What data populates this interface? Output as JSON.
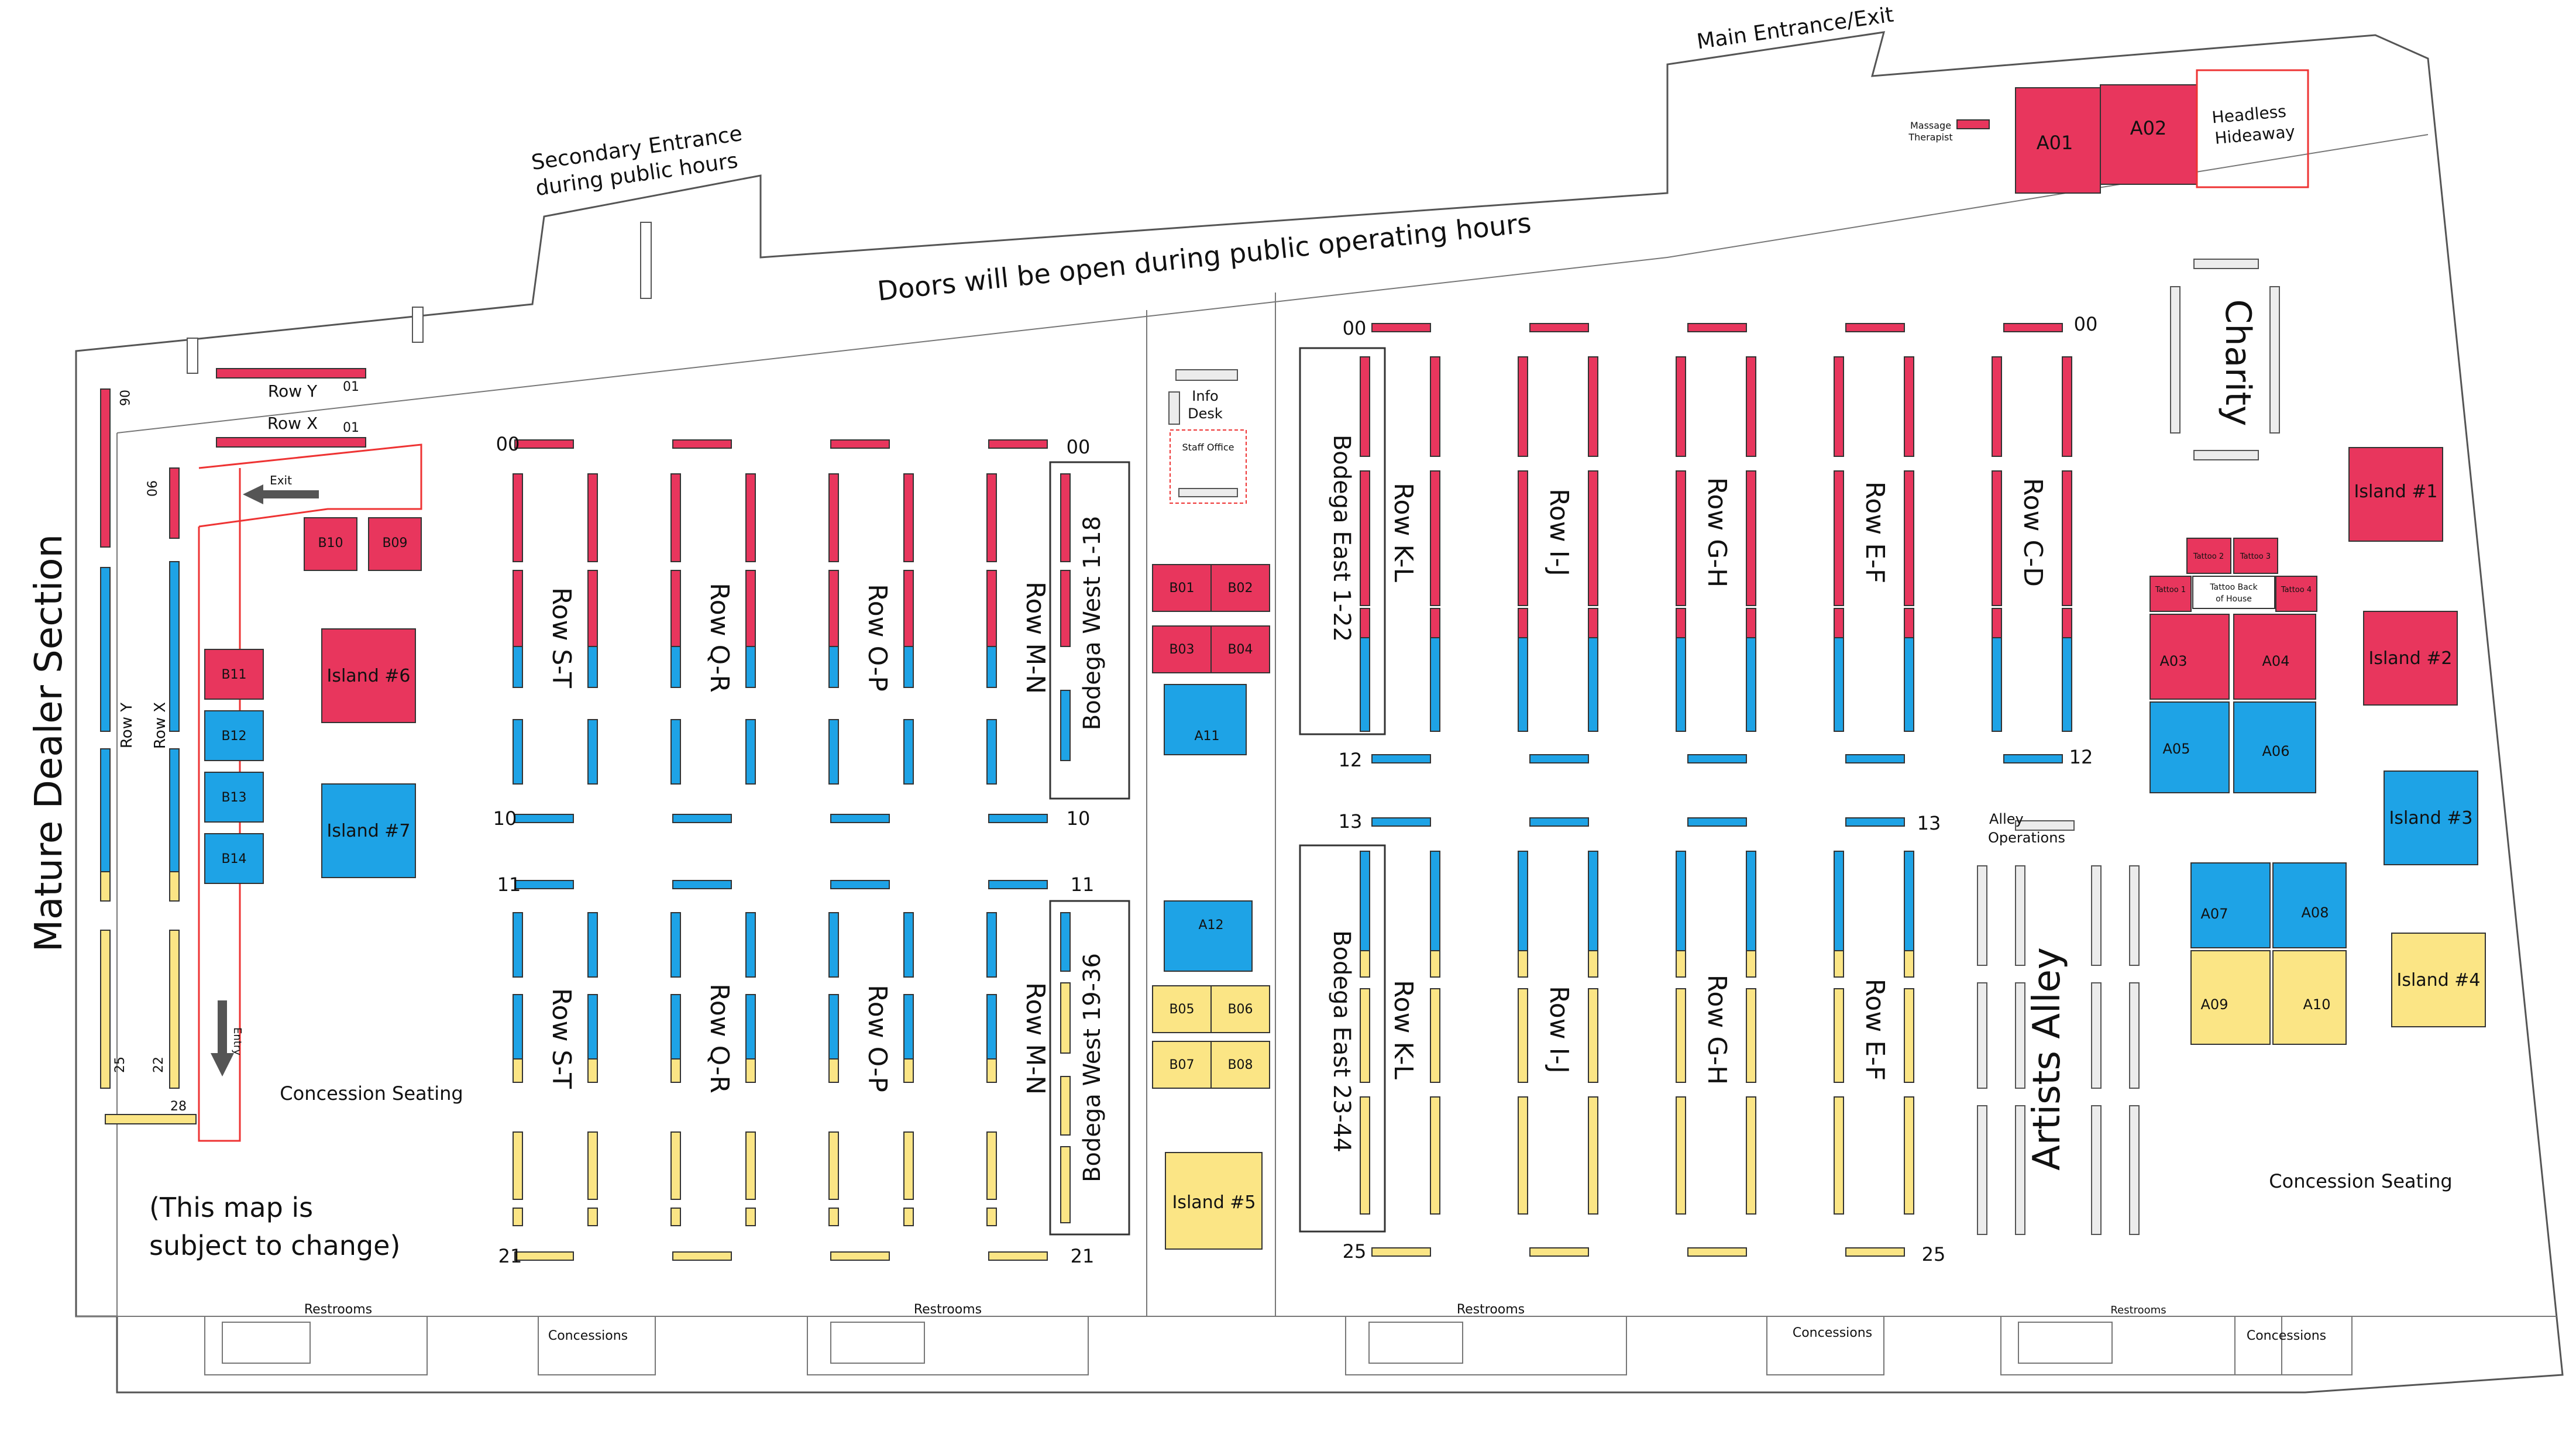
{
  "map": {
    "section_title": "Mature Dealer Section",
    "main_entrance": "Main Entrance/Exit",
    "secondary_entrance_line1": "Secondary Entrance",
    "secondary_entrance_line2": "during public hours",
    "doors_note": "Doors will be open during public operating hours",
    "disclaimer_line1": "(This map is",
    "disclaimer_line2": "subject to change)",
    "headless_hideaway_line1": "Headless",
    "headless_hideaway_line2": "Hideaway",
    "massage_line1": "Massage",
    "massage_line2": "Therapist",
    "info_desk_line1": "Info",
    "info_desk_line2": "Desk",
    "staff_office": "Staff Office",
    "exit": "Exit",
    "entry": "Entry",
    "concession_seating": "Concession Seating",
    "charity": "Charity",
    "artists_alley": "Artists Alley",
    "alley_operations_line1": "Alley",
    "alley_operations_line2": "Operations",
    "restrooms": "Restrooms",
    "concessions": "Concessions",
    "tattoo_back_of_house_line1": "Tattoo Back",
    "tattoo_back_of_house_line2": "of House",
    "tattoo_1": "Tattoo 1",
    "tattoo_2": "Tattoo 2",
    "tattoo_3": "Tattoo 3",
    "tattoo_4": "Tattoo 4"
  },
  "rows": {
    "west_top": [
      "Row S-T",
      "Row Q-R",
      "Row O-P",
      "Row M-N"
    ],
    "west_bottom": [
      "Row S-T",
      "Row Q-R",
      "Row O-P",
      "Row M-N"
    ],
    "east_top": [
      "Row K-L",
      "Row I-J",
      "Row G-H",
      "Row E-F",
      "Row C-D"
    ],
    "east_bottom": [
      "Row K-L",
      "Row I-J",
      "Row G-H",
      "Row E-F"
    ],
    "row_y": "Row Y",
    "row_x": "Row X",
    "bodega_west_top": "Bodega West 1-18",
    "bodega_west_bottom": "Bodega West 19-36",
    "bodega_east_top": "Bodega East 1-22",
    "bodega_east_bottom": "Bodega East 23-44"
  },
  "numbers": {
    "n00": "00",
    "n01": "01",
    "n06": "06",
    "n10": "10",
    "n11": "11",
    "n12": "12",
    "n13": "13",
    "n21": "21",
    "n22": "22",
    "n25": "25",
    "n28": "28"
  },
  "islands": {
    "i1": "Island #1",
    "i2": "Island #2",
    "i3": "Island #3",
    "i4": "Island #4",
    "i5": "Island #5",
    "i6": "Island #6",
    "i7": "Island #7"
  },
  "booths": {
    "A01": "A01",
    "A02": "A02",
    "A03": "A03",
    "A04": "A04",
    "A05": "A05",
    "A06": "A06",
    "A07": "A07",
    "A08": "A08",
    "A09": "A09",
    "A10": "A10",
    "A11": "A11",
    "A12": "A12",
    "B01": "B01",
    "B02": "B02",
    "B03": "B03",
    "B04": "B04",
    "B05": "B05",
    "B06": "B06",
    "B07": "B07",
    "B08": "B08",
    "B09": "B09",
    "B10": "B10",
    "B11": "B11",
    "B12": "B12",
    "B13": "B13",
    "B14": "B14"
  },
  "colors": {
    "red": "#e8365d",
    "blue": "#1ea3e6",
    "yellow": "#fbe585"
  }
}
